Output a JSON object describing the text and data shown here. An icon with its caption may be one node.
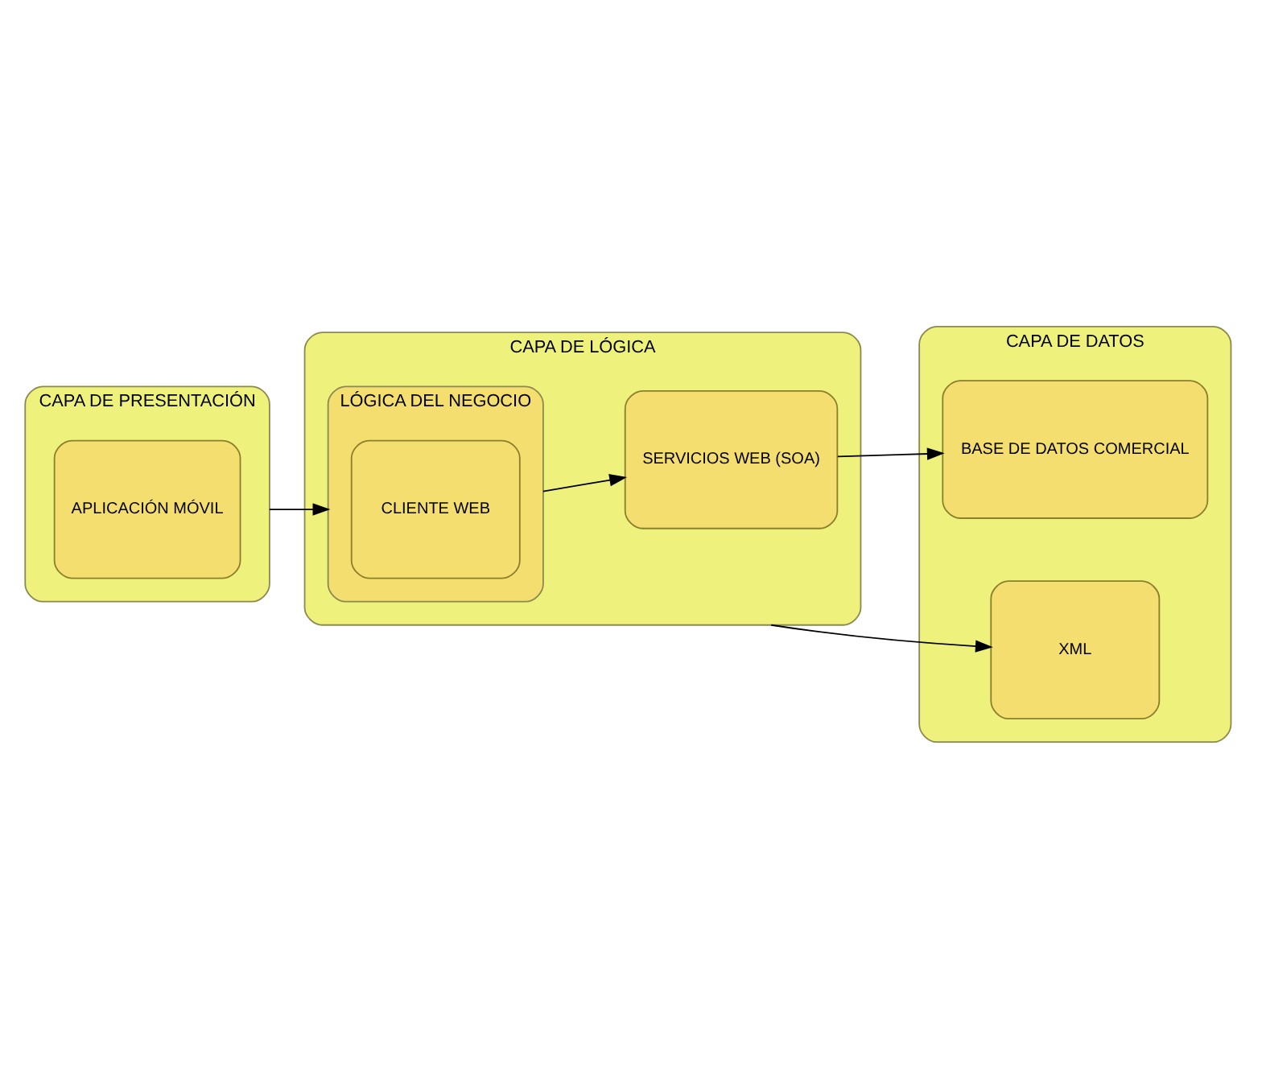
{
  "diagram": {
    "nodes": [
      {
        "text": [
          "CAPA DE PRESENTACIÓN"
        ]
      },
      {
        "text": [
          "APLICACIÓN MÓVIL"
        ],
        "in": 0
      },
      {
        "text": [
          "CAPA DE LÓGICA"
        ]
      },
      {
        "text": [
          "LÓGICA DEL NEGOCIO"
        ],
        "in": 2
      },
      {
        "text": [
          "CLIENTE WEB"
        ],
        "in": 3
      },
      {
        "text": [
          "SERVICIOS WEB (SOA)"
        ],
        "in": 2
      },
      {
        "text": [
          "CAPA DE DATOS"
        ]
      },
      {
        "text": [
          "XML"
        ],
        "in": 6
      },
      {
        "text": [
          "BASE DE DATOS COMERCIAL"
        ],
        "in": 6
      }
    ],
    "edges": [
      {
        "from": 0,
        "to": 3,
        "arrow": "to"
      },
      {
        "from": 2,
        "to": 7,
        "arrow": "to"
      },
      {
        "from": 3,
        "to": 5,
        "arrow": "to"
      },
      {
        "from": 5,
        "to": 8,
        "arrow": "to"
      }
    ]
  }
}
